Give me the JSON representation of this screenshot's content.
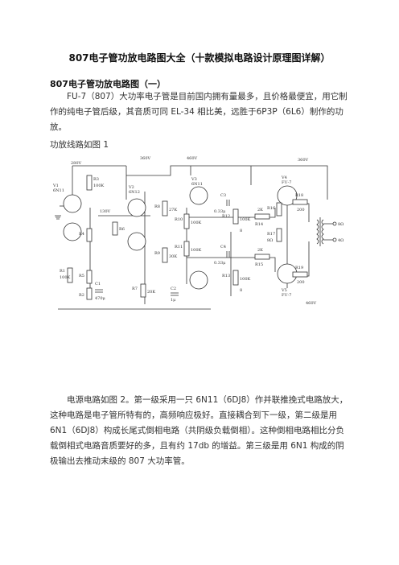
{
  "doc": {
    "title": "807电子管功放电路图大全（十款模拟电路设计原理图详解）",
    "subtitle": "807电子管功放电路图（一）",
    "para1": "FU-7（807）大功率电子管是目前国内拥有量最多，且价格最便宜，用它制作的纯电子管后级，其音质可同 EL-34 相比美，远胜于6P3P（6L6）制作的功放。",
    "figure_label": "功放线路如图 1",
    "para2": "电源电路如图 2。第一级采用一只 6N11（6DJ8）作并联推挽式电路放大，这种电路是电子管所特有的，高频响应极好。直接耦合到下一级，第二级是用 6N1（6DJ8）构成长尾式倒相电路（共阴级负载倒相）。这种倒相电路相比分负载倒相式电路音质要好的多，且有约 17db 的增益。第三级是用 6N1 构成的阴极输出去推动末级的 807 大功率管。"
  },
  "schematic": {
    "v_280": "280V",
    "v_360": "360V",
    "v_460": "460V",
    "v_360b": "360V",
    "v_130": "130V",
    "v_460b": "460V",
    "V1": "V1",
    "V1_type": "6N11",
    "V2": "V2",
    "V2_type": "6N12",
    "V3": "V3",
    "V3_type": "6N11",
    "V4": "V4",
    "V4_type": "FU-7",
    "V5": "V5",
    "V5_type": "FU-7",
    "R1": "R1",
    "R1v": "100K",
    "R2": "R2",
    "R3": "R3",
    "R3v": "100K",
    "R4": "R4",
    "R5": "R5",
    "R6": "R6",
    "R7": "R7",
    "R7v": "20K",
    "R8": "R8",
    "R8v": "27K",
    "R9": "R9",
    "R9v": "30K",
    "R10": "R10",
    "R10v": "100K",
    "R11": "R11",
    "R11v": "100K",
    "R12": "R12",
    "R12v": "100K",
    "R13": "R13",
    "R13v": "100K",
    "R14": "R14",
    "R14v": "2K",
    "R15": "R15",
    "R15v": "2K",
    "R16": "R16",
    "R17": "R17",
    "R17v": "8Ω",
    "R18": "R18",
    "R18v": "200",
    "R19": "R19",
    "R19v": "200",
    "C1": "C1",
    "C1v": "470μ",
    "C2": "C2",
    "C2v": "1μ",
    "C3": "C3",
    "C3v": "0.33μ",
    "C4": "C4",
    "C4v": "0.33μ",
    "out1": "8Ω",
    "out2": "4Ω",
    "nb1": "8",
    "nb2": "8"
  }
}
